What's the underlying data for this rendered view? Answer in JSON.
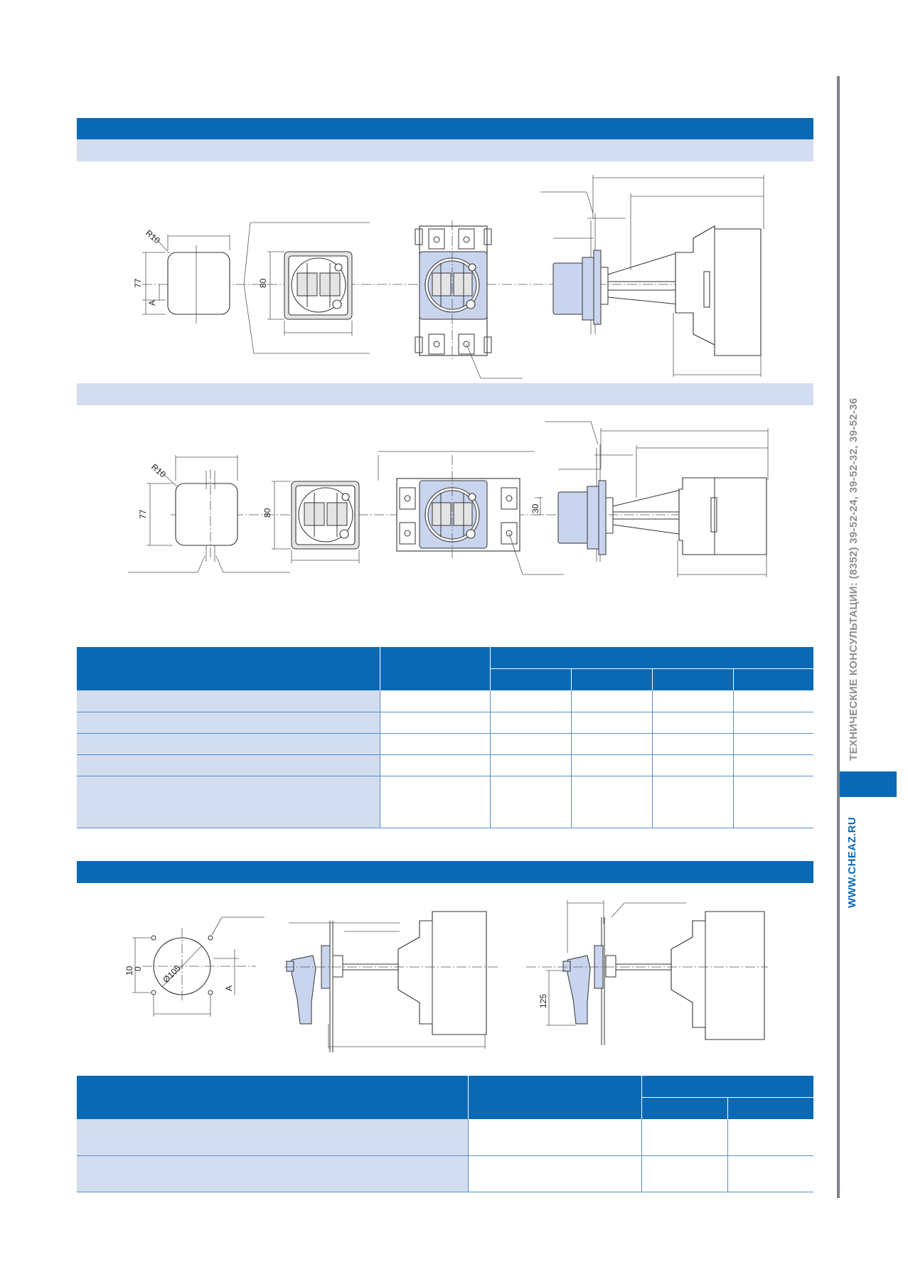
{
  "sidebar": {
    "consult": "ТЕХНИЧЕСКИЕ КОНСУЛЬТАЦИИ: (8352) 39-52-24, 39-52-32, 39-52-36",
    "website": "WWW.CHEAZ.RU"
  },
  "drawing1": {
    "r": "R10",
    "h": "77",
    "a": "A",
    "frame": "80"
  },
  "drawing2": {
    "r": "R10",
    "h": "77",
    "frame": "80",
    "offset": "30"
  },
  "drawing3": {
    "dia": "Ø105",
    "d10": "10",
    "d0": "0",
    "a": "A",
    "h": "125"
  },
  "colors": {
    "brand_blue": "#0a69b4",
    "light_blue": "#d3ddf0",
    "sidebar_gray": "#7f8287"
  }
}
